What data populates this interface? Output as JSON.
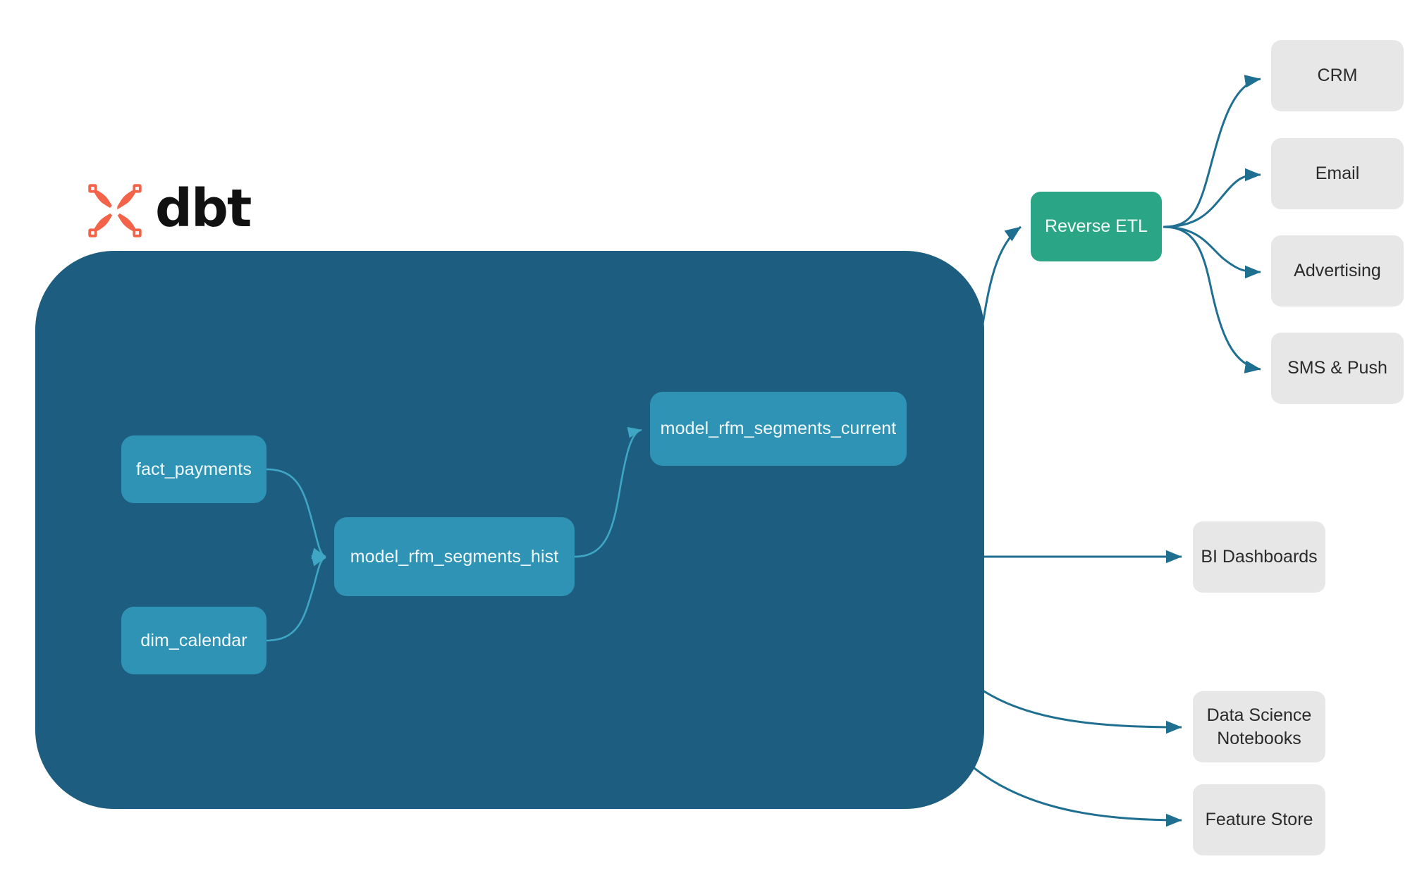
{
  "brand": {
    "logo_icon": "dbt-logo-icon",
    "wordmark": "dbt",
    "logo_color": "#f2634a"
  },
  "colors": {
    "warehouse_container": "#1d5e80",
    "model_node": "#2e93b4",
    "reverse_etl_node": "#2aa585",
    "target_node": "#e7e7e7",
    "edge_external": "#1f6f91",
    "edge_internal": "#3fa6c4",
    "background": "#ffffff"
  },
  "diagram": {
    "type": "dataflow-lineage",
    "container": {
      "name": "dbt-project-container"
    },
    "models": [
      {
        "id": "fact_payments",
        "label": "fact_payments"
      },
      {
        "id": "dim_calendar",
        "label": "dim_calendar"
      },
      {
        "id": "model_rfm_segments_hist",
        "label": "model_rfm_segments_hist"
      },
      {
        "id": "model_rfm_segments_current",
        "label": "model_rfm_segments_current"
      }
    ],
    "reverse_etl": {
      "id": "reverse_etl",
      "label": "Reverse ETL"
    },
    "activation_targets": [
      {
        "id": "crm",
        "label": "CRM"
      },
      {
        "id": "email",
        "label": "Email"
      },
      {
        "id": "advertising",
        "label": "Advertising"
      },
      {
        "id": "sms_push",
        "label": "SMS & Push"
      }
    ],
    "analytics_targets": [
      {
        "id": "bi_dashboards",
        "label": "BI Dashboards"
      },
      {
        "id": "data_science_notebooks",
        "label": "Data Science\nNotebooks"
      },
      {
        "id": "feature_store",
        "label": "Feature Store"
      }
    ],
    "edges": [
      {
        "from": "fact_payments",
        "to": "model_rfm_segments_hist"
      },
      {
        "from": "dim_calendar",
        "to": "model_rfm_segments_hist"
      },
      {
        "from": "model_rfm_segments_hist",
        "to": "model_rfm_segments_current"
      },
      {
        "from": "model_rfm_segments_current",
        "to": "reverse_etl"
      },
      {
        "from": "reverse_etl",
        "to": "crm"
      },
      {
        "from": "reverse_etl",
        "to": "email"
      },
      {
        "from": "reverse_etl",
        "to": "advertising"
      },
      {
        "from": "reverse_etl",
        "to": "sms_push"
      },
      {
        "from": "model_rfm_segments_hist",
        "to": "bi_dashboards"
      },
      {
        "from": "model_rfm_segments_hist",
        "to": "data_science_notebooks"
      },
      {
        "from": "model_rfm_segments_hist",
        "to": "feature_store"
      }
    ]
  }
}
